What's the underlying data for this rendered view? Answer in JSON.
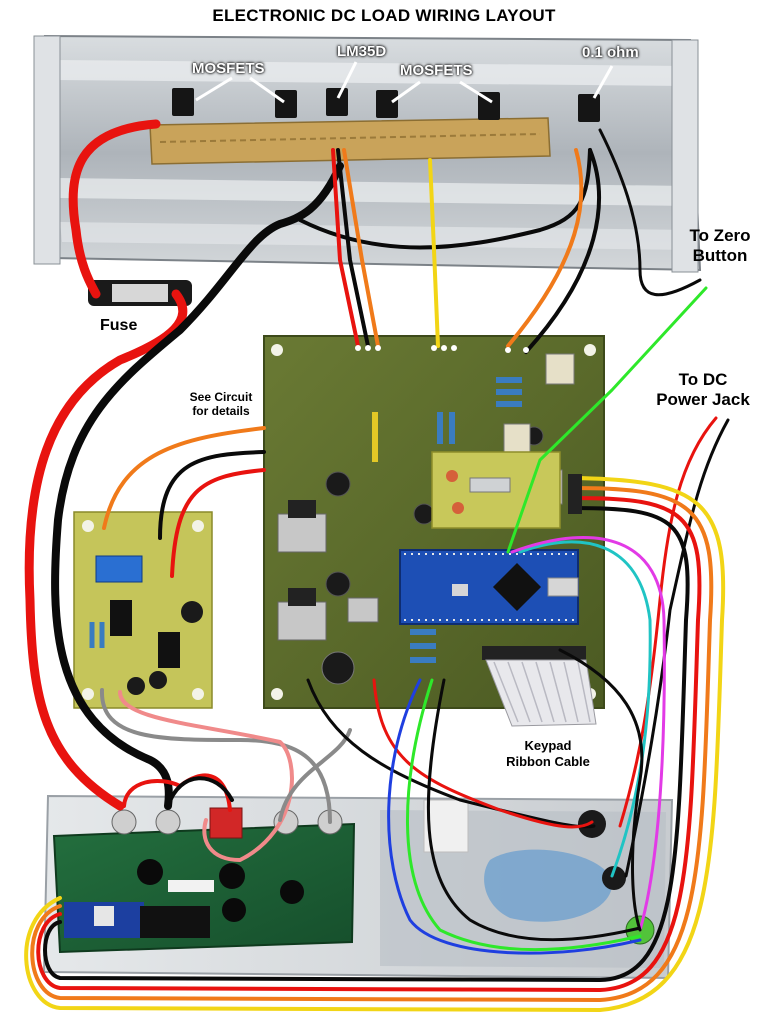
{
  "title": "ELECTRONIC DC LOAD WIRING LAYOUT",
  "labels": {
    "mosfets_left": "MOSFETS",
    "lm35d": "LM35D",
    "mosfets_right": "MOSFETS",
    "shunt": "0.1 ohm",
    "fuse": "Fuse",
    "to_zero_line1": "To Zero",
    "to_zero_line2": "Button",
    "to_dc_line1": "To DC",
    "to_dc_line2": "Power Jack",
    "see_circuit_line1": "See Circuit",
    "see_circuit_line2": "for details",
    "keypad_line1": "Keypad",
    "keypad_line2": "Ribbon Cable"
  },
  "colors": {
    "wire_red": "#e8130f",
    "wire_black": "#0a0a0a",
    "wire_orange": "#f07a1a",
    "wire_yellow": "#f2d516",
    "wire_green": "#2ee82a",
    "wire_cyan": "#20c4c4",
    "wire_magenta": "#e23ae6",
    "wire_blue": "#1f3fe0",
    "wire_pink": "#f08a8a",
    "wire_grey": "#8a8a8a",
    "pcb_board": "#5b6d2c",
    "proto_board": "#c8c85a",
    "heatsink": "#c9cdd1",
    "lcd_board": "#1f6b3a",
    "arduino": "#1d4fb5"
  }
}
